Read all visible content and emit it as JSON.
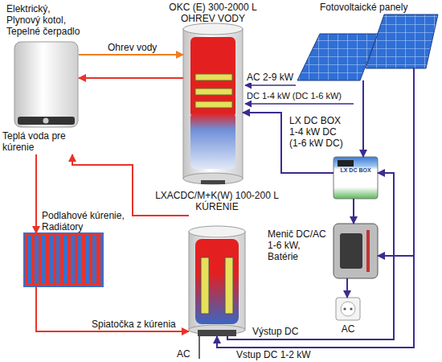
{
  "diagram": {
    "nodes": [
      {
        "text": [
          "Elektrický, Plynový kotol, Tepelné čerpadlo",
          "Teplá voda pre kúrenie"
        ]
      },
      {
        "text": [
          "OKC (E) 300-2000 L OHREV VODY"
        ]
      },
      {
        "text": [
          "Fotovoltaické panely"
        ]
      },
      {
        "text": [
          "LX DC BOX 1-4 kW DC (1-6 kW DC)",
          "LX DC BOX"
        ]
      },
      {
        "text": [
          "Menič DC/AC 1-6 kW, Batérie"
        ]
      },
      {
        "text": [
          "AC"
        ]
      },
      {
        "text": [
          "Podlahové kúrenie, Radiátory"
        ]
      },
      {
        "text": [
          "LXACDC/M+K(W) 100-200 L KÚRENIE"
        ]
      }
    ],
    "edges": [
      {
        "from": 0,
        "to": 1,
        "label": "Ohrev vody",
        "arrow": "to"
      },
      {
        "from": 1,
        "to": 0,
        "arrow": "to"
      },
      {
        "from": 0,
        "to": 6,
        "arrow": "to"
      },
      {
        "from": 7,
        "to": 0,
        "arrow": "to"
      },
      {
        "from": 6,
        "to": 7,
        "label": "Spiatočka z kúrenia",
        "arrow": "to"
      },
      {
        "from": 2,
        "to": 3,
        "arrow": "to"
      },
      {
        "from": 3,
        "to": 1,
        "arrow": "to"
      },
      {
        "from": 3,
        "to": 4,
        "arrow": "to"
      },
      {
        "from": 2,
        "to": 4,
        "arrow": "to"
      },
      {
        "from": 2,
        "to": 7,
        "label": "Vstup DC 1-2 kW",
        "arrow": "to"
      },
      {
        "from": 7,
        "to": 3,
        "label": "Výstup DC",
        "arrow": "to"
      },
      {
        "from": 4,
        "to": 5,
        "arrow": "to"
      }
    ],
    "labels": [
      "AC 2-9 kW",
      "DC 1-4 kW (DC 1-6 kW)",
      "AC"
    ]
  }
}
